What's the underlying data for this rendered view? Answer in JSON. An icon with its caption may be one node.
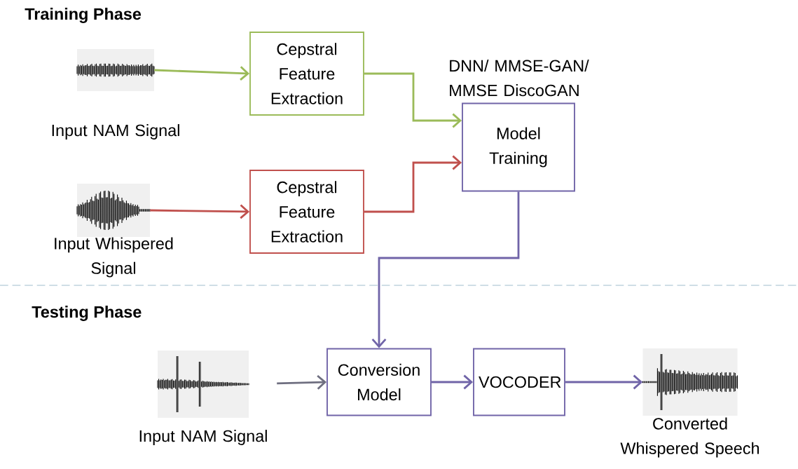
{
  "diagram": {
    "nodes": [
      {
        "text": [],
        "shape": "picture",
        "beside": [
          "Input NAM Signal"
        ]
      },
      {
        "text": [
          "Cepstral Feature Extraction"
        ]
      },
      {
        "text": [],
        "shape": "picture",
        "beside": [
          "Input Whispered Signal"
        ]
      },
      {
        "text": [
          "Cepstral Feature Extraction"
        ]
      },
      {
        "text": [
          "DNN/ MMSE-GAN/ MMSE DiscoGAN",
          "Model Training"
        ]
      },
      {
        "text": [],
        "shape": "picture",
        "beside": [
          "Input NAM Signal"
        ]
      },
      {
        "text": [
          "Conversion Model"
        ]
      },
      {
        "text": [
          "VOCODER"
        ]
      },
      {
        "text": [],
        "shape": "picture",
        "beside": [
          "Converted Whispered Speech"
        ]
      }
    ],
    "edges": [
      {
        "from": 0,
        "to": 1,
        "arrow": "to",
        "color": "#9bbb59"
      },
      {
        "from": 1,
        "to": 4,
        "arrow": "to",
        "color": "#9bbb59"
      },
      {
        "from": 2,
        "to": 3,
        "arrow": "to",
        "color": "#c0504d"
      },
      {
        "from": 3,
        "to": 4,
        "arrow": "to",
        "color": "#c0504d"
      },
      {
        "from": 4,
        "to": 6,
        "arrow": "to",
        "color": "#7064a8"
      },
      {
        "from": 5,
        "to": 6,
        "arrow": "to",
        "color": "#6f6f80"
      },
      {
        "from": 6,
        "to": 7,
        "arrow": "to",
        "color": "#7064a8"
      },
      {
        "from": 7,
        "to": 8,
        "arrow": "to",
        "color": "#7064a8"
      }
    ],
    "labels": [
      "Training Phase",
      "Testing Phase"
    ]
  }
}
